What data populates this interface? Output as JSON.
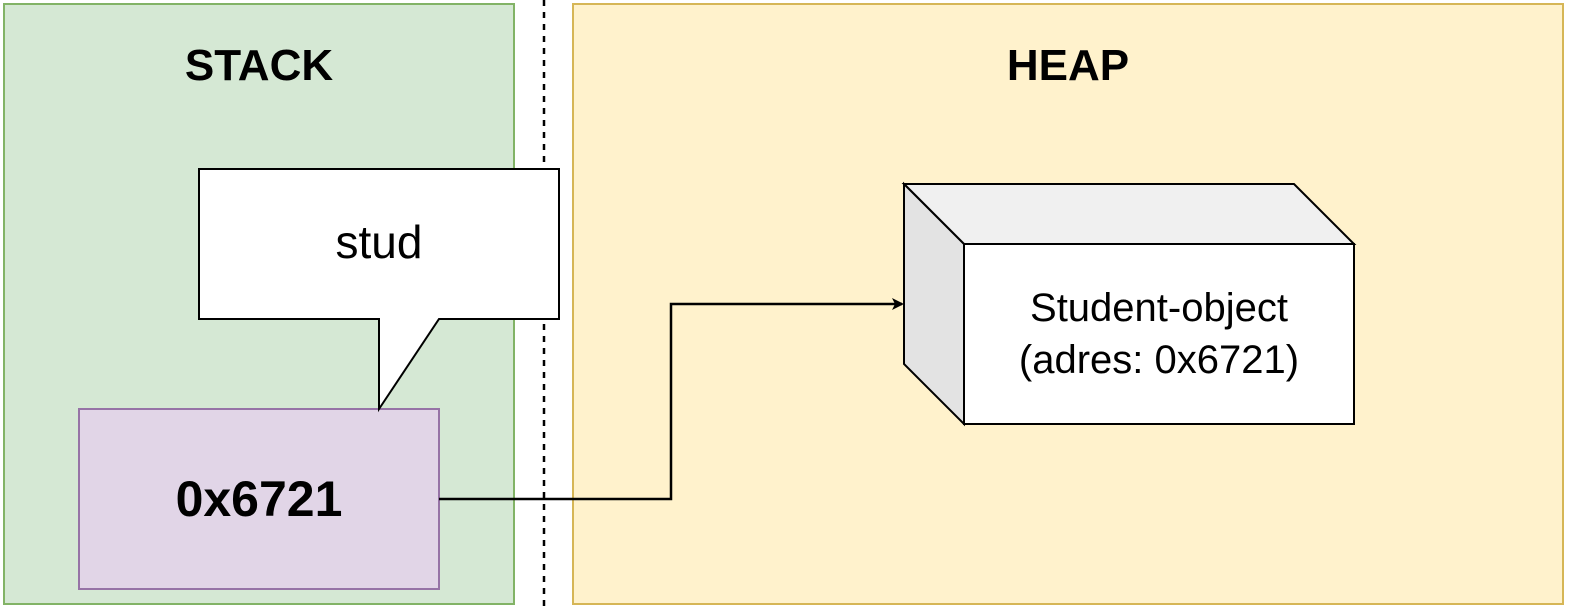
{
  "stack": {
    "title": "STACK",
    "color": "#d5e8d4",
    "border": "#82b366"
  },
  "heap": {
    "title": "HEAP",
    "color": "#fff2cc",
    "border": "#d6b656"
  },
  "variable": {
    "name": "stud",
    "value": "0x6721",
    "value_color": "#e1d5e7",
    "value_border": "#9673a6"
  },
  "object": {
    "line1": "Student-object",
    "line2": "(adres: 0x6721)",
    "top_color": "#f0f0f0",
    "side_color": "#e3e3e3"
  }
}
